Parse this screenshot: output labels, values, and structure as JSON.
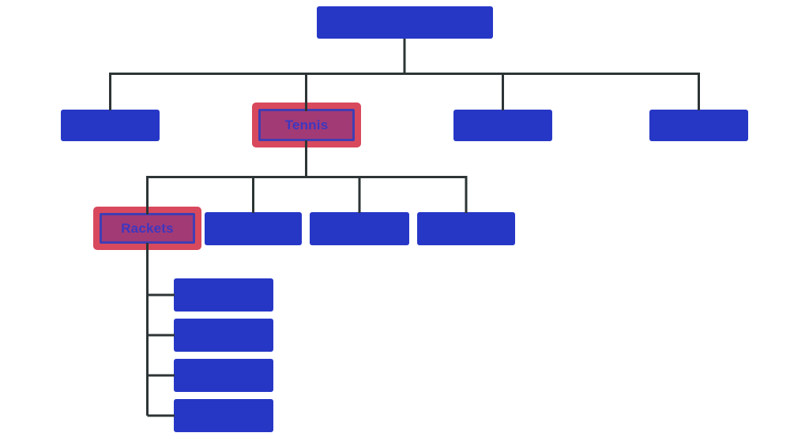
{
  "colors": {
    "background": "#ffffff",
    "node_fill": "#2637c6",
    "connector": "#2d3436",
    "highlight_outer": "#d8495d",
    "highlight_fill": "#a23a76",
    "highlight_border": "#3f3eb3",
    "label_text": "#3e37c0"
  },
  "diagram": {
    "type": "tree",
    "root": {
      "label": "",
      "highlighted": false
    },
    "level2": [
      {
        "label": "",
        "highlighted": false
      },
      {
        "label": "Tennis",
        "highlighted": true
      },
      {
        "label": "",
        "highlighted": false
      },
      {
        "label": "",
        "highlighted": false
      }
    ],
    "tennis_children": [
      {
        "label": "Rackets",
        "highlighted": true
      },
      {
        "label": "",
        "highlighted": false
      },
      {
        "label": "",
        "highlighted": false
      },
      {
        "label": "",
        "highlighted": false
      }
    ],
    "rackets_children": [
      {
        "label": "",
        "highlighted": false
      },
      {
        "label": "",
        "highlighted": false
      },
      {
        "label": "",
        "highlighted": false
      },
      {
        "label": "",
        "highlighted": false
      }
    ]
  }
}
